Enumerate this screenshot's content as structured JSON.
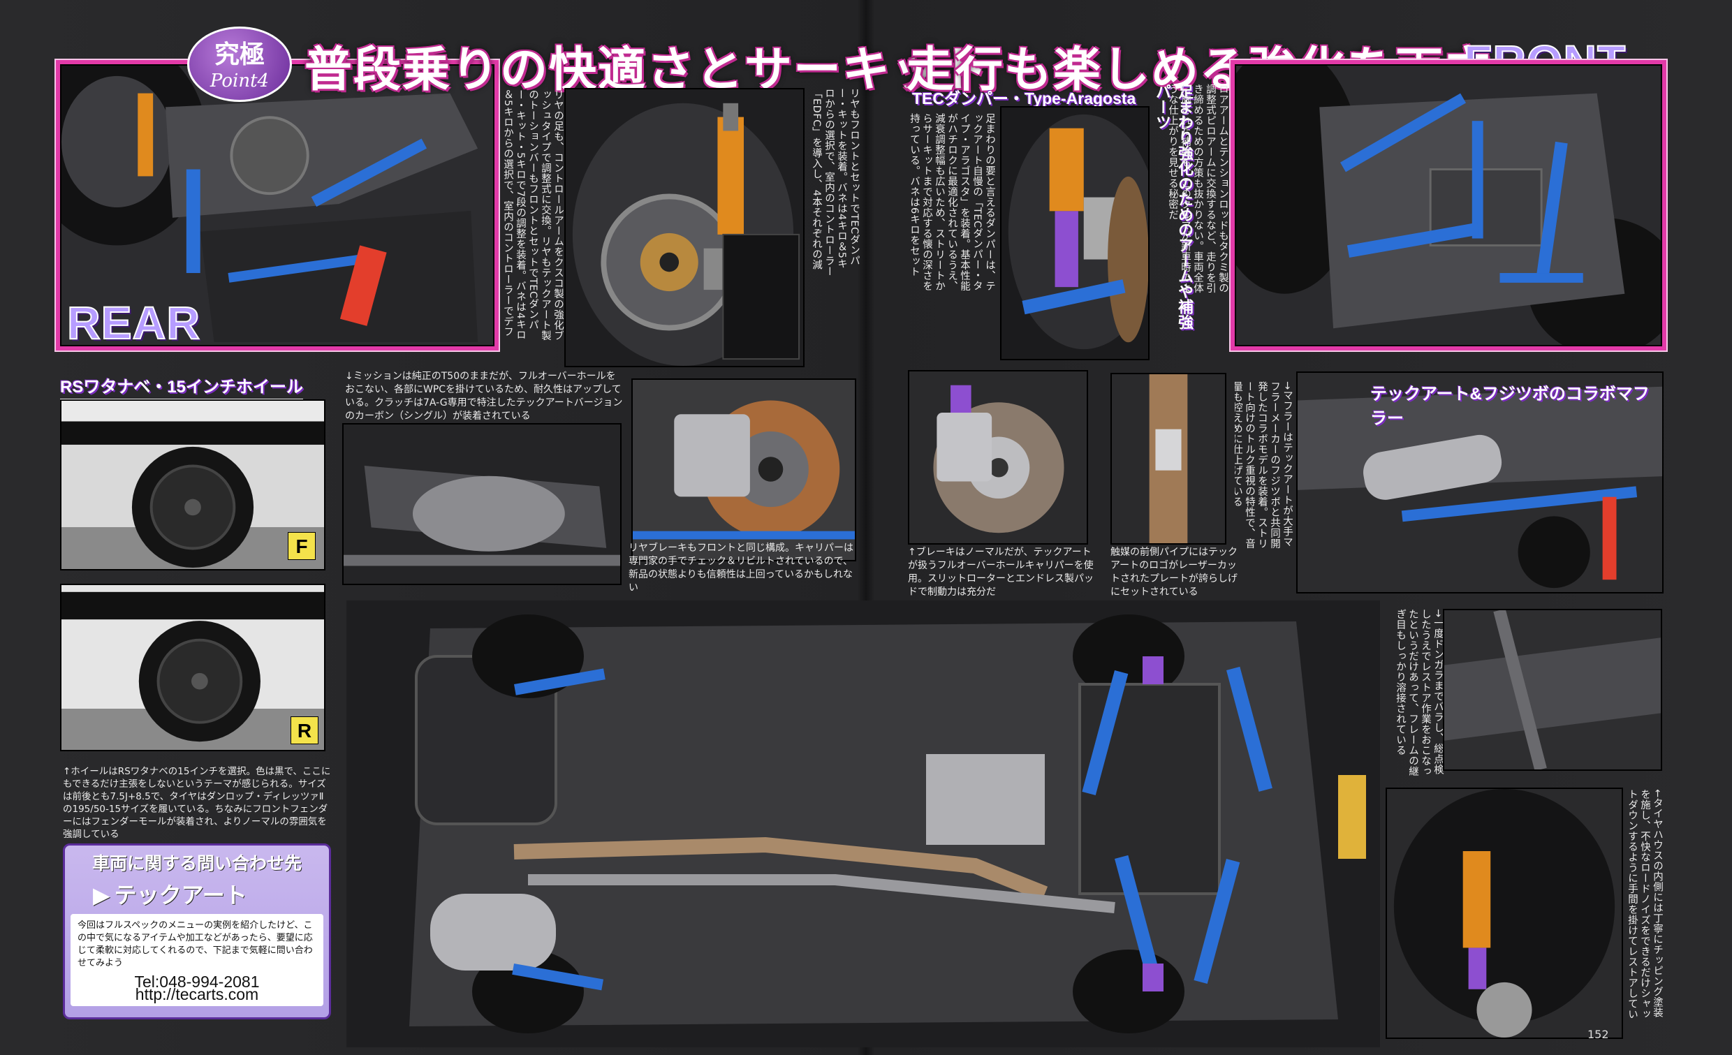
{
  "spread": {
    "badge": {
      "line1": "究極",
      "line2": "Point4"
    },
    "headline_left": "普段乗りの快適さとサーキット",
    "headline_right": "走行も楽しめる強化を両立",
    "label_rear": "REAR",
    "label_front": "FRONT",
    "page_number": "152"
  },
  "rear": {
    "body": "リヤの足も、コントロールアームをクスコ製の強化ブッシュタイプで調整式に交換。リヤもテックアート製のトーションバーもフロントとセットでTECダンパー・キット・5キロで7段の調整を装着。バネは4キロ＆5キロからの選択で、室内のコントローラーでデフは東名製のLSDに交換し、リングギヤなどはWPCで強化。ファイナルは4.3の設定だ",
    "body2": "リヤもフロントとセットでTECダンパー・キットを装着。バネは4キロ＆5キロからの選択で、室内のコントローラー「EDFC」を導入し、4本それぞれの減衰調整を変更できるようにしている"
  },
  "front": {
    "subhead": "TECダンパー・Type-Aragosta",
    "body": "足まわりの要と言えるダンパーは、テックアート自慢の「TECダンパー・タイプ・アラゴスタ」を装着。基本性能がハチロクに最適化されているうえ、減衰調整幅も広いため、ストリートからサーキットまで対応する懐の深さを持っている。バネは6キロをセット",
    "subhead2": "足まわり強化のためのアームや補強パーツ",
    "body2": "ロアアームとテンションロッドもタクミ製の調整式ピロアームに交換するなど、走りを引き締めるための方策も抜かりない。車両全体に施された補強も、このクルマが新車時のような仕上がりを見せる秘密だ"
  },
  "wheels": {
    "subhead": "RSワタナベ・15インチホイール",
    "label_f": "F",
    "label_r": "R",
    "caption": "↑ホイールはRSワタナベの15インチを選択。色は黒で、ここにもできるだけ主張をしないというテーマが感じられる。サイズは前後とも7.5J+8.5で、タイヤはダンロップ・ディレッツァⅡの195/50-15サイズを履いている。ちなみにフロントフェンダーにはフェンダーモールが装着され、よりノーマルの雰囲気を強調している"
  },
  "captions": {
    "mission": "↓ミッションは純正のT50のままだが、フルオーバーホールをおこない、各部にWPCを掛けているため、耐久性はアップしている。クラッチは7A-G専用で特注したテックアートバージョンのカーボン（シングル）が装着されている",
    "rear_brake": "リヤブレーキもフロントと同じ構成。キャリパーは専門家の手でチェック＆リビルトされているので、新品の状態よりも信頼性は上回っているかもしれない",
    "front_brake": "↑ブレーキはノーマルだが、テックアートが扱うフルオーバーホールキャリパーを使用。スリットローターとエンドレス製パッドで制動力は充分だ",
    "front_pipe": "触媒の前側パイプにはテックアートのロゴがレーザーカットされたプレートが誇らしげにセットされている",
    "muffler_subhead": "テックアート&フジツボのコラボマフラー",
    "muffler": "→マフラーはテックアートが大手マフラーメーカーのフジツボと共同開発したコラボモデルを装着。ストリート向けのトルク重視の特性で、音量も控えめに仕上げている",
    "frame": "→一度ドンガラまでバラし、総点検したうえでレストア作業をおこなったというだけあって、フレームの継ぎ目もしっかり溶接されている",
    "tire_house": "←タイヤハウスの内側には丁寧にチッピング塗装を施し、不快なロードノイズをできるだけシャットダウンするように手間を掛けてレストアしている"
  },
  "contact": {
    "heading": "車両に関する問い合わせ先",
    "name": "テックアート",
    "body": "今回はフルスペックのメニューの実例を紹介したけど、この中で気になるアイテムや加工などがあったら、要望に応じて柔軟に対応してくれるので、下記まで気軽に問い合わせてみよう",
    "tel": "Tel:048-994-2081",
    "url": "http://tecarts.com"
  },
  "colors": {
    "accent_pink": "#e23aa8",
    "accent_purple": "#7a2cbf",
    "label_purple": "#b69cff",
    "suspension_blue": "#2b6fd6",
    "coilover_orange": "#e08a1e"
  }
}
